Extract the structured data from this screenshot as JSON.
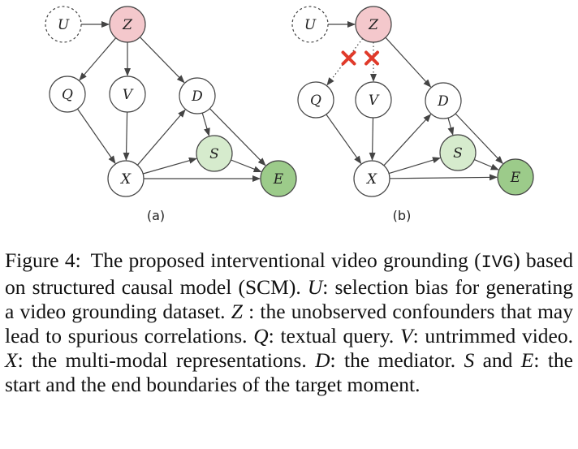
{
  "colors": {
    "stroke": "#444444",
    "node_fill": "#ffffff",
    "z_fill": "#f4c8cc",
    "s_fill": "#d6ebcd",
    "e_fill": "#9ccb8a",
    "cut_mark": "#e03a2a"
  },
  "panels": [
    {
      "label": "(a)",
      "nodes": [
        {
          "id": "U",
          "label": "U",
          "style": "dashed"
        },
        {
          "id": "Z",
          "label": "Z",
          "style": "z"
        },
        {
          "id": "Q",
          "label": "Q",
          "style": "plain"
        },
        {
          "id": "V",
          "label": "V",
          "style": "plain"
        },
        {
          "id": "D",
          "label": "D",
          "style": "plain"
        },
        {
          "id": "S",
          "label": "S",
          "style": "s"
        },
        {
          "id": "X",
          "label": "X",
          "style": "plain"
        },
        {
          "id": "E",
          "label": "E",
          "style": "e"
        }
      ],
      "edges": [
        {
          "from": "U",
          "to": "Z",
          "style": "solid"
        },
        {
          "from": "Z",
          "to": "Q",
          "style": "solid"
        },
        {
          "from": "Z",
          "to": "V",
          "style": "solid"
        },
        {
          "from": "Z",
          "to": "D",
          "style": "solid"
        },
        {
          "from": "Q",
          "to": "X",
          "style": "solid"
        },
        {
          "from": "V",
          "to": "X",
          "style": "solid"
        },
        {
          "from": "X",
          "to": "D",
          "style": "solid"
        },
        {
          "from": "X",
          "to": "S",
          "style": "solid"
        },
        {
          "from": "X",
          "to": "E",
          "style": "solid"
        },
        {
          "from": "D",
          "to": "S",
          "style": "solid"
        },
        {
          "from": "D",
          "to": "E",
          "style": "solid"
        },
        {
          "from": "S",
          "to": "E",
          "style": "solid"
        }
      ],
      "cuts": []
    },
    {
      "label": "(b)",
      "nodes": [
        {
          "id": "U",
          "label": "U",
          "style": "dashed"
        },
        {
          "id": "Z",
          "label": "Z",
          "style": "z"
        },
        {
          "id": "Q",
          "label": "Q",
          "style": "plain"
        },
        {
          "id": "V",
          "label": "V",
          "style": "plain"
        },
        {
          "id": "D",
          "label": "D",
          "style": "plain"
        },
        {
          "id": "S",
          "label": "S",
          "style": "s"
        },
        {
          "id": "X",
          "label": "X",
          "style": "plain"
        },
        {
          "id": "E",
          "label": "E",
          "style": "e"
        }
      ],
      "edges": [
        {
          "from": "U",
          "to": "Z",
          "style": "solid"
        },
        {
          "from": "Z",
          "to": "Q",
          "style": "dotted"
        },
        {
          "from": "Z",
          "to": "V",
          "style": "dotted"
        },
        {
          "from": "Z",
          "to": "D",
          "style": "solid"
        },
        {
          "from": "Q",
          "to": "X",
          "style": "solid"
        },
        {
          "from": "V",
          "to": "X",
          "style": "solid"
        },
        {
          "from": "X",
          "to": "D",
          "style": "solid"
        },
        {
          "from": "X",
          "to": "S",
          "style": "solid"
        },
        {
          "from": "X",
          "to": "E",
          "style": "solid"
        },
        {
          "from": "D",
          "to": "S",
          "style": "solid"
        },
        {
          "from": "D",
          "to": "E",
          "style": "solid"
        },
        {
          "from": "S",
          "to": "E",
          "style": "solid"
        }
      ],
      "cuts": [
        {
          "edge": "Z-Q"
        },
        {
          "edge": "Z-V"
        }
      ]
    }
  ],
  "caption": {
    "lead": "Figure 4:",
    "p1": "The proposed interventional video grounding (",
    "mono": "IVG",
    "p2": ") based on structured causal model (SCM). ",
    "U": "U",
    "p3": ": selection bias for generating a video grounding dataset. ",
    "Z": "Z",
    "p4": " : the unobserved confounders that may lead to spurious correlations. ",
    "Q": "Q",
    "p5": ": textual query. ",
    "V": "V",
    "p6": ": untrimmed video. ",
    "X": "X",
    "p7": ": the multi-modal representations. ",
    "D": "D",
    "p8": ": the mediator. ",
    "S": "S",
    "p9": " and ",
    "E": "E",
    "p10": ": the start and the end boundaries of the target moment."
  }
}
